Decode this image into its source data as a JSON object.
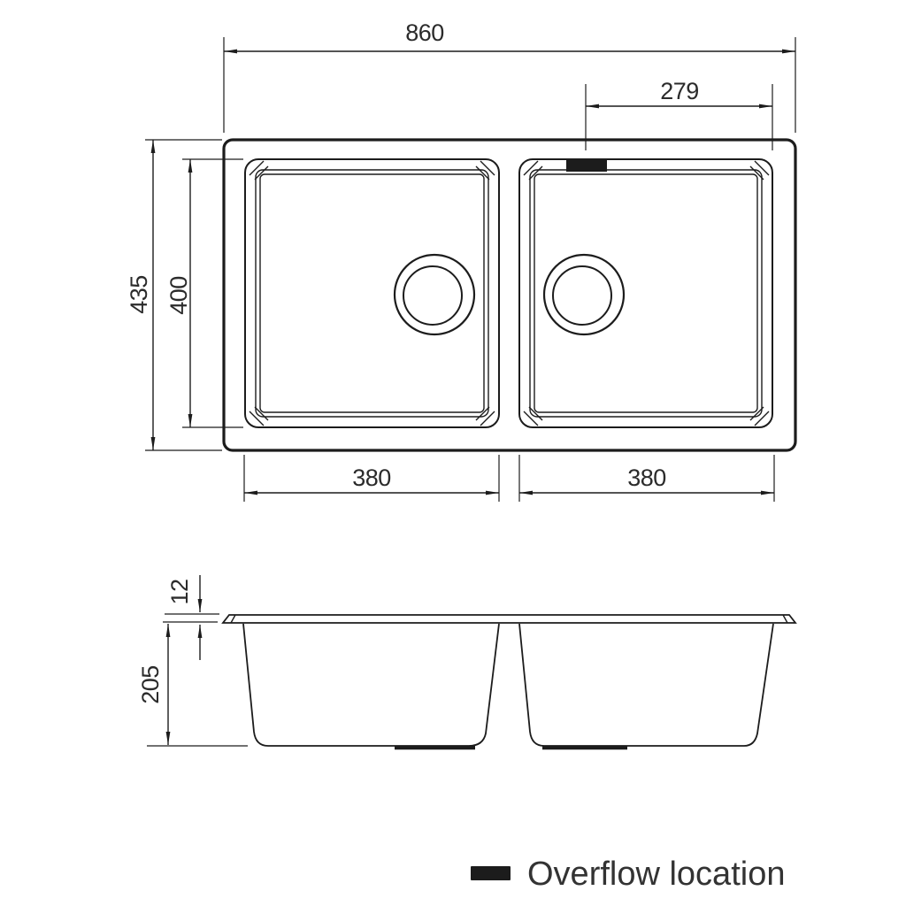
{
  "drawing": {
    "top_view": {
      "overall_width": "860",
      "overflow_offset": "279",
      "overall_depth": "435",
      "bowl_inner_depth": "400",
      "left_bowl_width": "380",
      "right_bowl_width": "380"
    },
    "side_view": {
      "rim_thickness": "12",
      "bowl_depth": "205"
    },
    "legend": {
      "label": "Overflow location",
      "swatch_color": "#1c1c1c"
    },
    "colors": {
      "line": "#1c1c1c",
      "dimension_text": "#2b2b2b",
      "background": "#ffffff"
    }
  }
}
